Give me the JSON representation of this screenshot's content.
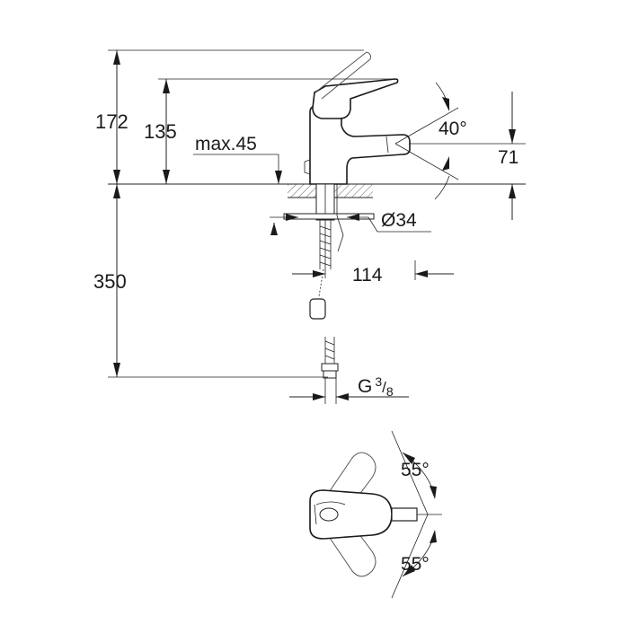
{
  "dimensions": {
    "total_height": "172",
    "lever_height": "135",
    "max_deck_thickness": "max.45",
    "spout_angle": "40°",
    "spout_height": "71",
    "hole_diameter": "Ø34",
    "spout_reach": "114",
    "hose_length": "350",
    "connection_thread": {
      "prefix": "G",
      "numerator": "3",
      "denominator": "8"
    },
    "lever_angle_top": "55°",
    "lever_angle_bottom": "55°"
  }
}
